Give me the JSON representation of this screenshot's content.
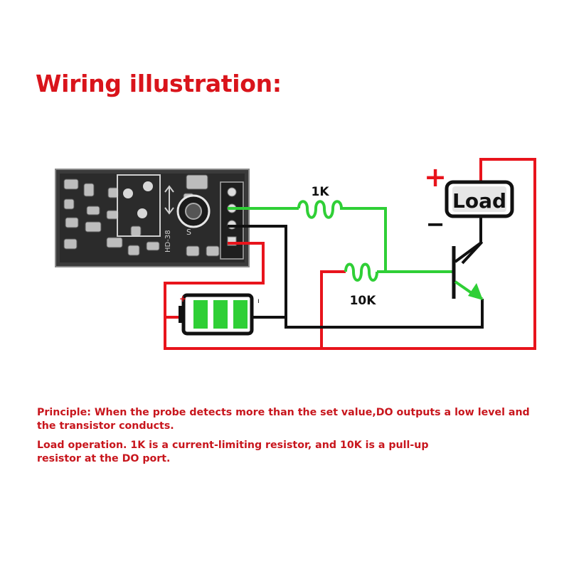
{
  "title": "Wiring illustration:",
  "labels": {
    "r1": "1K",
    "r2": "10K",
    "load": "Load",
    "plus": "+",
    "minus": "−",
    "battery_plus": "+",
    "battery_minus": "ı"
  },
  "board": {
    "silk_model": "HD-38",
    "silk_s": "S"
  },
  "paragraphs": [
    "Principle: When the probe detects more than the set value,DO outputs a low level and the transistor conducts.",
    "Load operation. 1K is a current-limiting resistor, and 10K is a pull-up resistor at the DO port."
  ],
  "colors": {
    "title": "#d9141b",
    "text": "#c8161d",
    "wire_red": "#e8141c",
    "wire_green": "#2fcf36",
    "wire_black": "#111111",
    "pcb": "#2b2b2b"
  }
}
